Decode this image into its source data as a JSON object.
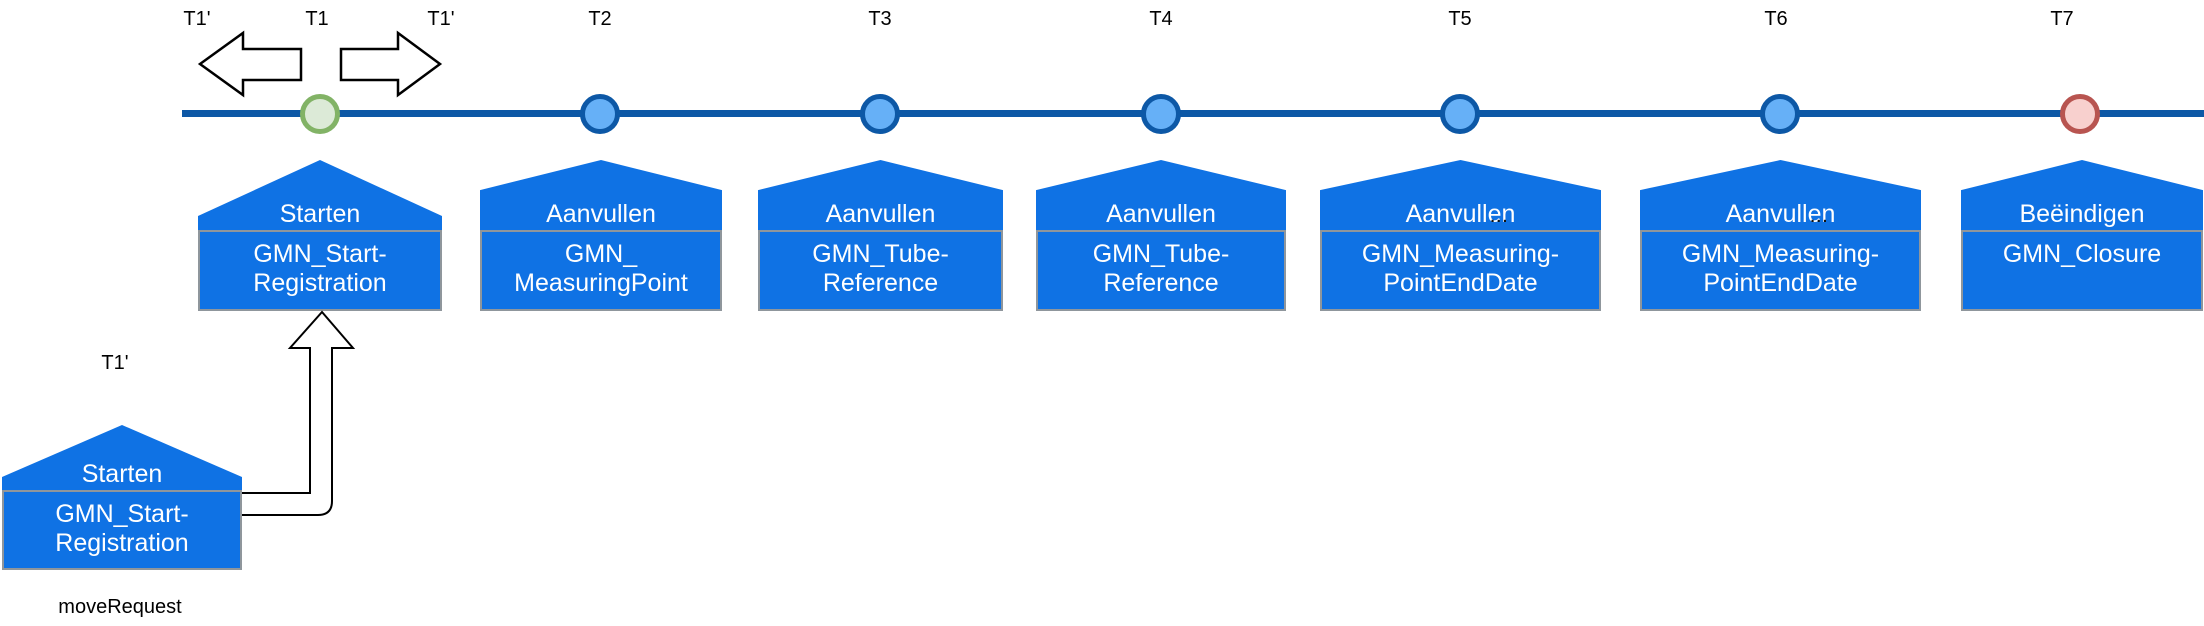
{
  "diagram": {
    "shift": {
      "left_label": "T1'",
      "right_label": "T1'"
    },
    "points": [
      {
        "label": "T1",
        "role": "start"
      },
      {
        "label": "T2",
        "role": "middle"
      },
      {
        "label": "T3",
        "role": "middle"
      },
      {
        "label": "T4",
        "role": "middle"
      },
      {
        "label": "T5",
        "role": "middle"
      },
      {
        "label": "T6",
        "role": "middle"
      },
      {
        "label": "T7",
        "role": "end"
      }
    ],
    "phases": [
      {
        "action": "Starten",
        "line1": "GMN_Start-",
        "line2": "Registration",
        "ellipsis": ""
      },
      {
        "action": "Aanvullen",
        "line1": "GMN_",
        "line2": "MeasuringPoint",
        "ellipsis": ""
      },
      {
        "action": "Aanvullen",
        "line1": "GMN_Tube-",
        "line2": "Reference",
        "ellipsis": ""
      },
      {
        "action": "Aanvullen",
        "line1": "GMN_Tube-",
        "line2": "Reference",
        "ellipsis": ""
      },
      {
        "action": "Aanvullen",
        "line1": "GMN_Measuring-",
        "line2": "PointEndDate",
        "ellipsis": "..."
      },
      {
        "action": "Aanvullen",
        "line1": "GMN_Measuring-",
        "line2": "PointEndDate",
        "ellipsis": "..."
      },
      {
        "action": "Beëindigen",
        "line1": "GMN_Closure",
        "line2": "",
        "ellipsis": ""
      }
    ],
    "move_request": {
      "time_label": "T1'",
      "action": "Starten",
      "line1": "GMN_Start-",
      "line2": "Registration",
      "caption": "moveRequest"
    },
    "icons": {
      "shift_left": "hollow-arrow-left-icon",
      "shift_right": "hollow-arrow-right-icon",
      "move_request": "hollow-elbow-arrow-up-icon"
    },
    "colors": {
      "timeline": "#0d58a6",
      "node_fill": "#66b0f7",
      "node_stroke": "#0d58a6",
      "node_start_fill": "#dcead7",
      "node_start_stroke": "#82b366",
      "node_end_fill": "#f8d0ce",
      "node_end_stroke": "#b85450",
      "box_fill": "#0f72e4",
      "box_body_border": "#8f969c",
      "box_text": "#ffffff",
      "arrow_outline": "#000000",
      "label_text": "#000000"
    }
  }
}
